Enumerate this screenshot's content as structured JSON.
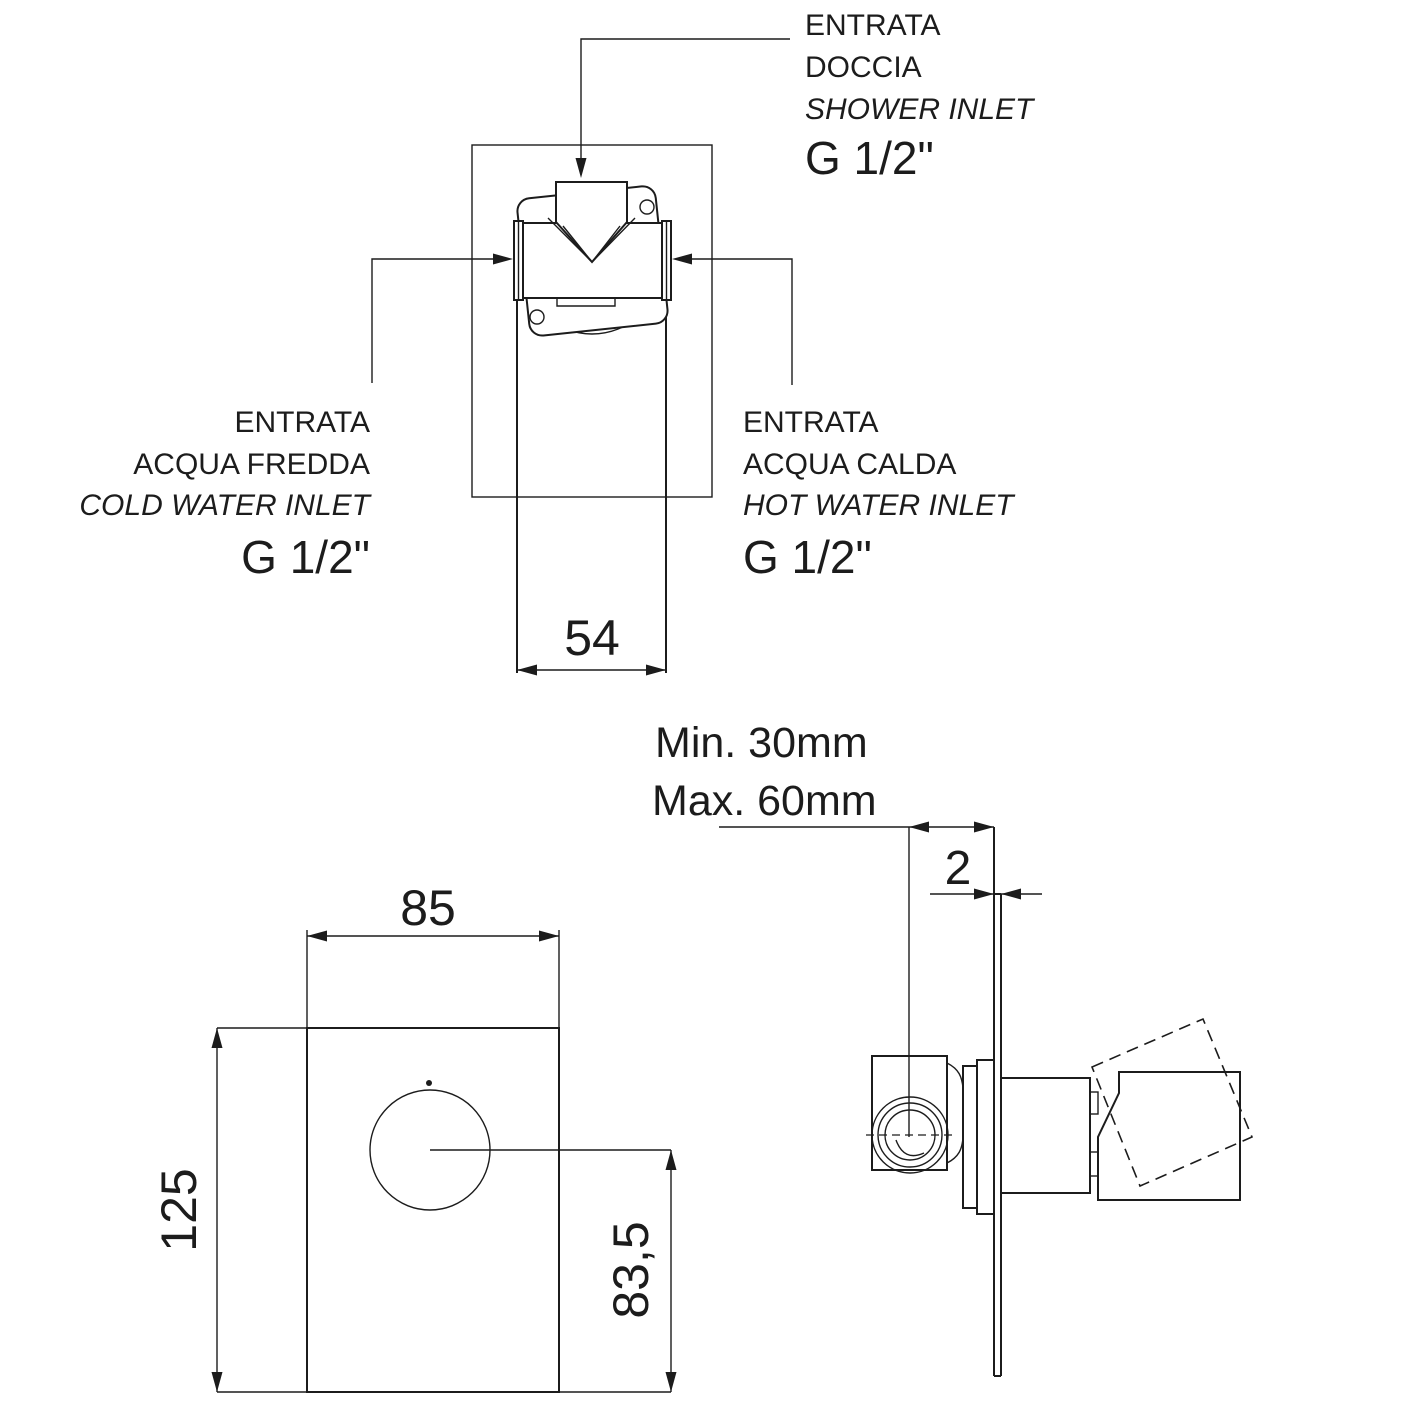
{
  "colors": {
    "line": "#1c1c1c",
    "background": "#ffffff"
  },
  "labels": {
    "shower": {
      "line1": "ENTRATA",
      "line2": "DOCCIA",
      "line3": "SHOWER INLET",
      "thread": "G 1/2\""
    },
    "cold": {
      "line1": "ENTRATA",
      "line2": "ACQUA FREDDA",
      "line3": "COLD WATER INLET",
      "thread": "G 1/2\""
    },
    "hot": {
      "line1": "ENTRATA",
      "line2": "ACQUA CALDA",
      "line3": "HOT WATER INLET",
      "thread": "G 1/2\""
    }
  },
  "dimensions": {
    "body_width": "54",
    "plate_width": "85",
    "plate_height": "125",
    "handle_center_from_bottom": "83,5",
    "recess_min": "Min. 30mm",
    "recess_max": "Max. 60mm",
    "plate_thickness": "2"
  }
}
